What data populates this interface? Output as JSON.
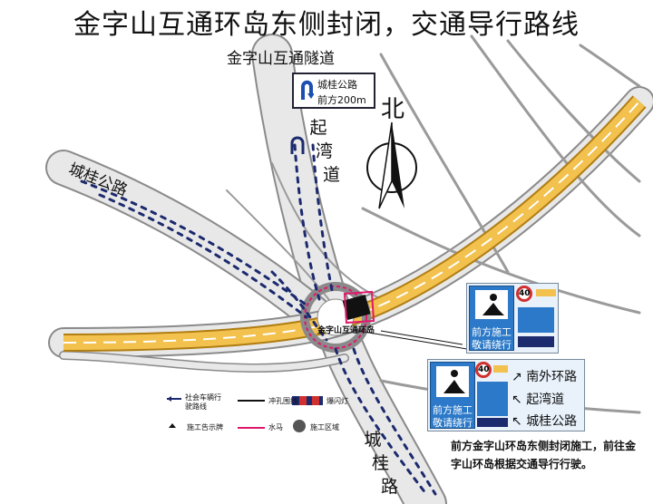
{
  "title": "金字山互通环岛东侧封闭，交通导行路线",
  "labels": {
    "tunnel": "金字山互通隧道",
    "qiwan": [
      "起",
      "湾",
      "道"
    ],
    "chenggui_road": "城桂公路",
    "chenggui_s": [
      "城",
      "桂",
      "路"
    ],
    "roundabout": "金字山互通环岛",
    "north": "北"
  },
  "sign_top": {
    "line1": "城桂公路",
    "line2": "前方200m"
  },
  "sign_right": {
    "speed": "40",
    "work_line1": "前方施工",
    "work_line2": "敬请绕行"
  },
  "sign_lower": {
    "speed": "40",
    "work_line1": "前方施工",
    "work_line2": "敬请绕行",
    "routes": [
      "南外环路",
      "起湾道",
      "城桂公路"
    ]
  },
  "note": "前方金字山环岛东侧封闭施工，前往金字山环岛根据交通导行行驶。",
  "legend": {
    "detour": "社会车辆行驶路线",
    "fence": "冲孔围挡",
    "flash": "爆闪灯",
    "notice": "施工告示牌",
    "barrier": "水马",
    "zone": "施工区域"
  },
  "colors": {
    "road_fill": "#e8e8e8",
    "road_edge": "#8a8a8a",
    "highway": "#f2c14e",
    "highway_edge": "#b07d12",
    "detour": "#1c2a6e",
    "barrier": "#e0186c",
    "sign_blue": "#2b79c8"
  }
}
